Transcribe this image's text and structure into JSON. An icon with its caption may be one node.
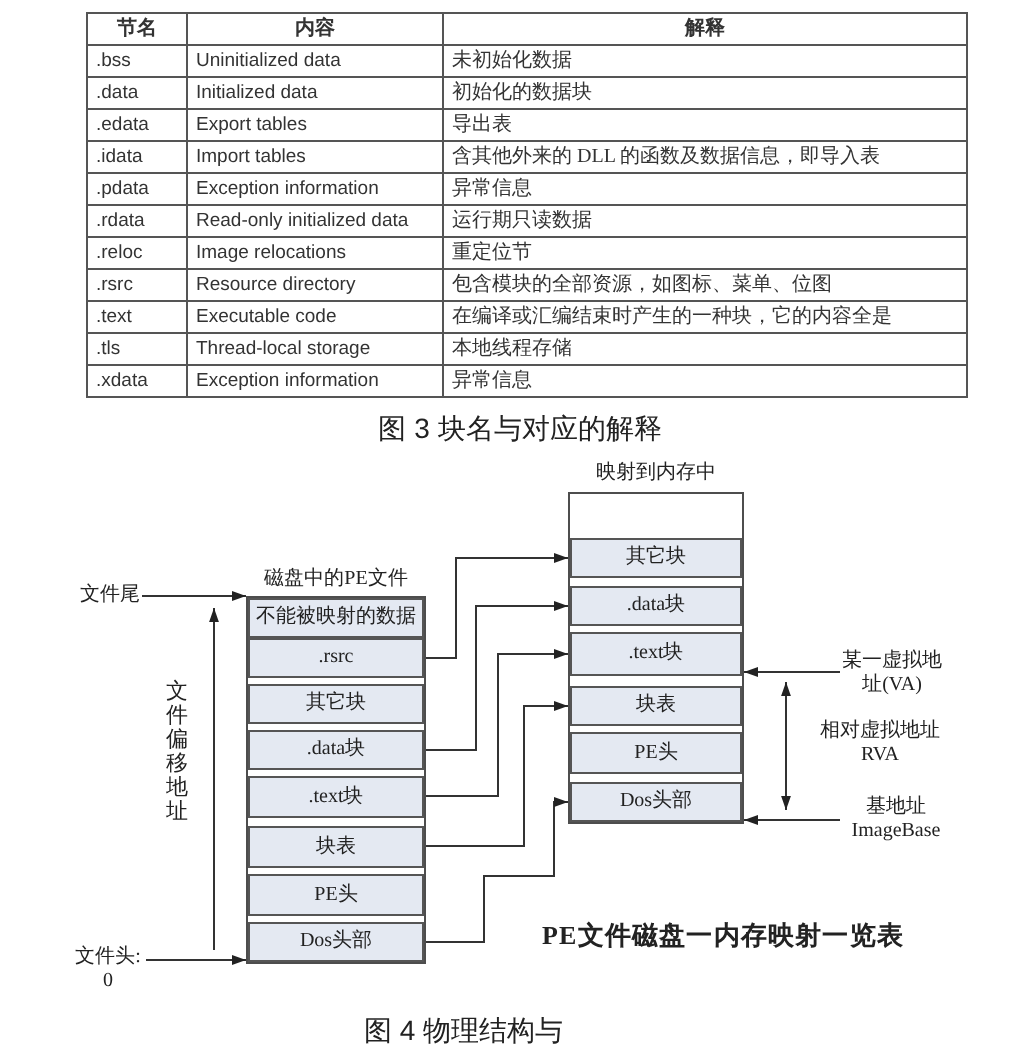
{
  "diagram": {
    "title": "PE文件磁盘一内存映射一览表",
    "nodes": [
      {
        "text": [
          "磁盘中的PE文件"
        ]
      },
      {
        "text": [
          "不能被映射的数据"
        ],
        "in": 0
      },
      {
        "text": [
          ".rsrc"
        ],
        "in": 0
      },
      {
        "text": [
          "其它块"
        ],
        "in": 0
      },
      {
        "text": [
          ".data块"
        ],
        "in": 0
      },
      {
        "text": [
          ".text块"
        ],
        "in": 0
      },
      {
        "text": [
          "块表"
        ],
        "in": 0
      },
      {
        "text": [
          "PE头"
        ],
        "in": 0
      },
      {
        "text": [
          "Dos头部"
        ],
        "in": 0
      },
      {
        "text": [
          "映射到内存中"
        ]
      },
      {
        "text": [
          "其它块"
        ],
        "in": 9
      },
      {
        "text": [
          ".data块"
        ],
        "in": 9
      },
      {
        "text": [
          ".text块"
        ],
        "in": 9
      },
      {
        "text": [
          "块表"
        ],
        "in": 9
      },
      {
        "text": [
          "PE头"
        ],
        "in": 9
      },
      {
        "text": [
          "Dos头部"
        ],
        "in": 9
      },
      {
        "text": [
          "文件尾"
        ]
      },
      {
        "text": [
          "文件头: 0"
        ]
      },
      {
        "text": [
          "某一虚拟地址(VA)"
        ]
      },
      {
        "text": [
          "基地址 ImageBase"
        ]
      }
    ],
    "edges": [
      {
        "from": 16,
        "to": 0,
        "arrow": "to"
      },
      {
        "from": 17,
        "to": 0,
        "arrow": "to"
      },
      {
        "from": 2,
        "to": 10,
        "arrow": "to"
      },
      {
        "from": 4,
        "to": 11,
        "arrow": "to"
      },
      {
        "from": 5,
        "to": 12,
        "arrow": "to"
      },
      {
        "from": 6,
        "to": 13,
        "arrow": "to"
      },
      {
        "from": 8,
        "to": 15,
        "arrow": "to"
      },
      {
        "from": 18,
        "to": 12,
        "arrow": "to"
      },
      {
        "from": 19,
        "to": 15,
        "arrow": "to"
      }
    ],
    "labels": [
      "节名",
      "内容",
      "解释",
      ".bss",
      "Uninitialized data",
      "未初始化数据",
      ".data",
      "Initialized data",
      "初始化的数据块",
      ".edata",
      "Export tables",
      "导出表",
      ".idata",
      "Import tables",
      "含其他外来的 DLL 的函数及数据信息，即导入表",
      ".pdata",
      "Exception information",
      "异常信息",
      ".rdata",
      "Read-only initialized data",
      "运行期只读数据",
      ".reloc",
      "Image relocations",
      "重定位节",
      ".rsrc",
      "Resource directory",
      "包含模块的全部资源，如图标、菜单、位图",
      ".text",
      "Executable code",
      "在编译或汇编结束时产生的一种块，它的内容全是",
      ".tls",
      "Thread-local storage",
      "本地线程存储",
      ".xdata",
      "Exception information",
      "异常信息",
      "图 3 块名与对应的解释",
      "文件偏移地址",
      "相对虚拟地址 RVA",
      "图 4 物理结构与"
    ]
  }
}
